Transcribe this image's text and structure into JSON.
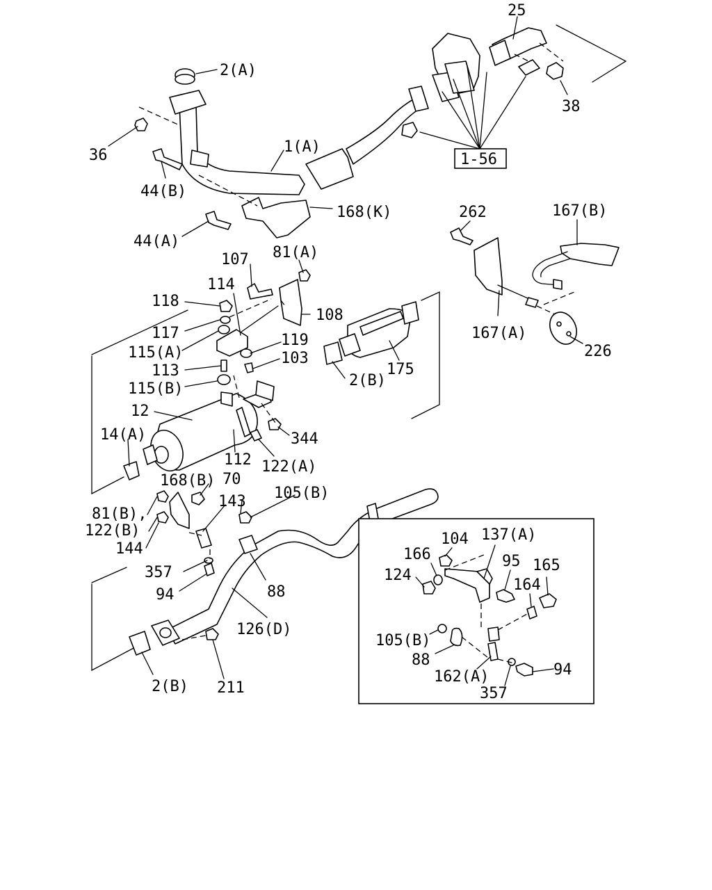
{
  "callouts": {
    "c25": "25",
    "c2a": "2(A)",
    "c38": "38",
    "c36": "36",
    "c1a": "1(A)",
    "c156": "1-56",
    "c44b": "44(B)",
    "c168k": "168(K)",
    "c44a": "44(A)",
    "c262": "262",
    "c167b": "167(B)",
    "c107": "107",
    "c81a": "81(A)",
    "c114": "114",
    "c118": "118",
    "c108": "108",
    "c117": "117",
    "c115a": "115(A)",
    "c119": "119",
    "c103": "103",
    "c113": "113",
    "c2b_mid": "2(B)",
    "c175": "175",
    "c115b": "115(B)",
    "c167a": "167(A)",
    "c226": "226",
    "c12": "12",
    "c14a": "14(A)",
    "c344": "344",
    "c112": "112",
    "c122a": "122(A)",
    "c168b": "168(B)",
    "c70": "70",
    "c105b_top": "105(B)",
    "c143": "143",
    "c81b": "81(B),",
    "c122b": "122(B)",
    "c144": "144",
    "c357_left": "357",
    "c88_left": "88",
    "c94_left": "94",
    "c126d": "126(D)",
    "c2b_bottom": "2(B)",
    "c211": "211",
    "c104": "104",
    "c137a": "137(A)",
    "c166": "166",
    "c95": "95",
    "c165": "165",
    "c124": "124",
    "c164": "164",
    "c105b_inset": "105(B)",
    "c88_inset": "88",
    "c162a": "162(A)",
    "c94_inset": "94",
    "c357_inset": "357"
  }
}
